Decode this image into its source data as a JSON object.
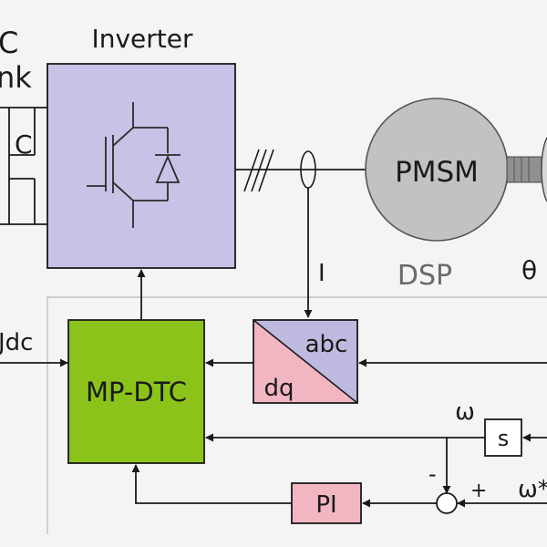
{
  "labels": {
    "dc_link_line1": "C",
    "dc_link_line2": "nk",
    "inverter": "Inverter",
    "capacitor": "C",
    "motor": "PMSM",
    "dsp": "DSP",
    "current": "I",
    "theta": "θ",
    "udc": "Jdc",
    "controller": "MP-DTC",
    "transform_top": "abc",
    "transform_bottom": "dq",
    "omega": "ω",
    "omega_ref": "ω*",
    "minus": "-",
    "plus": "+",
    "pi": "PI",
    "laplace": "s"
  },
  "colors": {
    "inverter_fill": "#c6c3e6",
    "controller_fill": "#8bc31a",
    "transform_top_fill": "#bdb9df",
    "transform_bottom_fill": "#f2b6c3",
    "pi_fill": "#f2b6c3",
    "motor_fill": "#c2c2c2",
    "line": "#1a1a1a",
    "dsp_text": "#6a6a6a",
    "dsp_border": "#b8b8b8"
  }
}
